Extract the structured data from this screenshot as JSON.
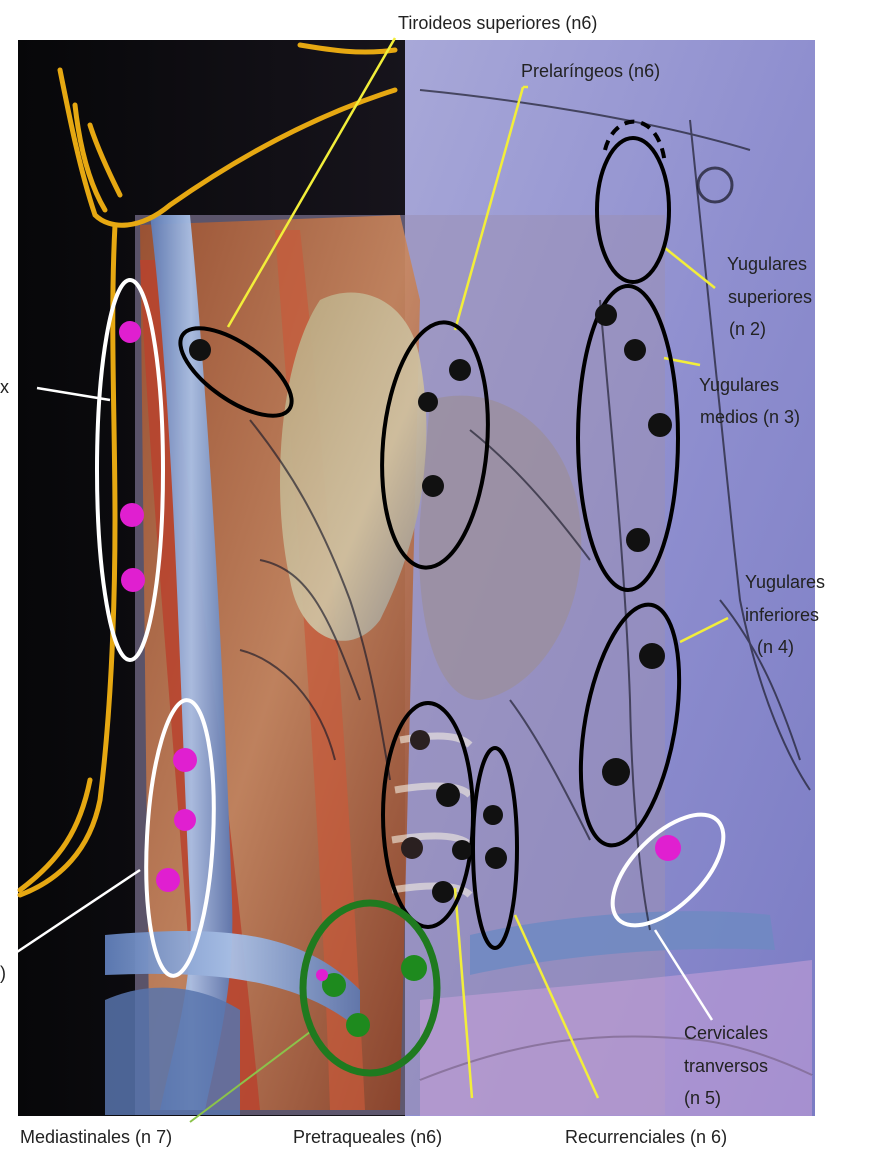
{
  "labels": {
    "tiroideos_superiores": "Tiroideos  superiores (n6)",
    "prelaringeos": "Prelaríngeos  (n6)",
    "yugulares_superiores": [
      "Yugulares",
      "superiores",
      "(n 2)"
    ],
    "yugulares_medios": [
      "Yugulares",
      "medios (n 3)"
    ],
    "yugulares_inferiores": [
      "Yugulares",
      "inferiores",
      "(n 4)"
    ],
    "cervicales_transversos": [
      "Cervicales",
      "tranversos",
      "(n 5)"
    ],
    "mediastinales": "Mediastinales (n 7)",
    "pretraqueales": "Pretraqueales  (n6)",
    "recurrenciales": "Recurrenciales  (n 6)",
    "left_cut_top": "x",
    "left_cut_bottom": ")"
  },
  "colors": {
    "background_left": "#0b0b10",
    "background_right": "#8e8ec8",
    "yellow_outline": "#e6a812",
    "leader_yellow": "#f2ee3a",
    "leader_white": "#ffffff",
    "leader_green": "#8bc34a",
    "ellipse_black": "#000000",
    "ellipse_white": "#ffffff",
    "ellipse_green": "#1f7a1f",
    "node_black": "#111111",
    "node_magenta": "#e01fd0",
    "node_green": "#1e8a1e"
  }
}
